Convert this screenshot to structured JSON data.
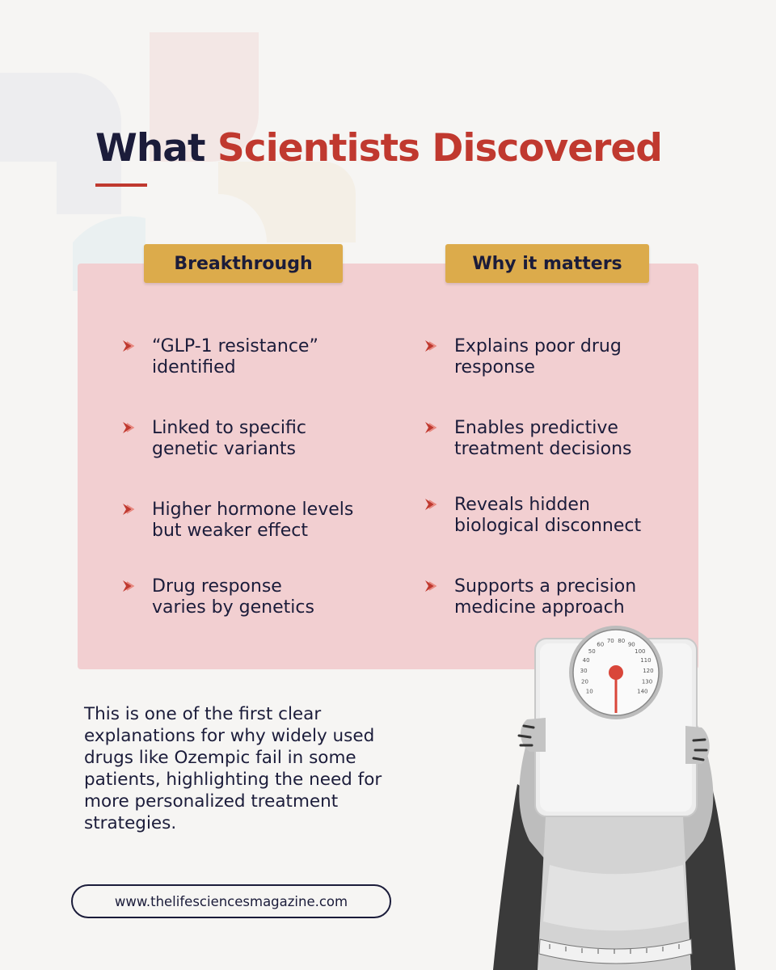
{
  "title": {
    "part1": "What",
    "part2": "Scientists Discovered"
  },
  "columns": {
    "left_header": "Breakthrough",
    "right_header": "Why it matters",
    "left_items": [
      {
        "line1": "“GLP-1 resistance”",
        "line2": "identified"
      },
      {
        "line1": "Linked to specific",
        "line2": "genetic variants"
      },
      {
        "line1": "Higher hormone levels",
        "line2": "but weaker effect"
      },
      {
        "line1": "Drug response",
        "line2": "varies by genetics"
      }
    ],
    "right_items": [
      {
        "line1": "Explains poor drug",
        "line2": "response"
      },
      {
        "line1": "Enables predictive",
        "line2": "treatment decisions"
      },
      {
        "line1": "Reveals hidden",
        "line2": "biological disconnect"
      },
      {
        "line1": "Supports a precision",
        "line2": "medicine approach"
      }
    ]
  },
  "paragraph": {
    "lines": [
      "This is one of the first clear",
      "explanations for why widely used",
      "drugs like Ozempic fail in some",
      "patients, highlighting the need for",
      "more personalized treatment",
      "strategies."
    ]
  },
  "website": "www.thelifesciencesmagazine.com",
  "scale_dial": {
    "ticks": [
      "10",
      "20",
      "30",
      "40",
      "50",
      "60",
      "70",
      "80",
      "90",
      "100",
      "110",
      "120",
      "130",
      "140"
    ]
  },
  "colors": {
    "accent_red": "#c0392f",
    "navy": "#1b1c3a",
    "header_gold": "#dcab4b",
    "panel_pink": "#f2cfd1"
  },
  "icons": {
    "bullet": "chevron-right-icon"
  }
}
